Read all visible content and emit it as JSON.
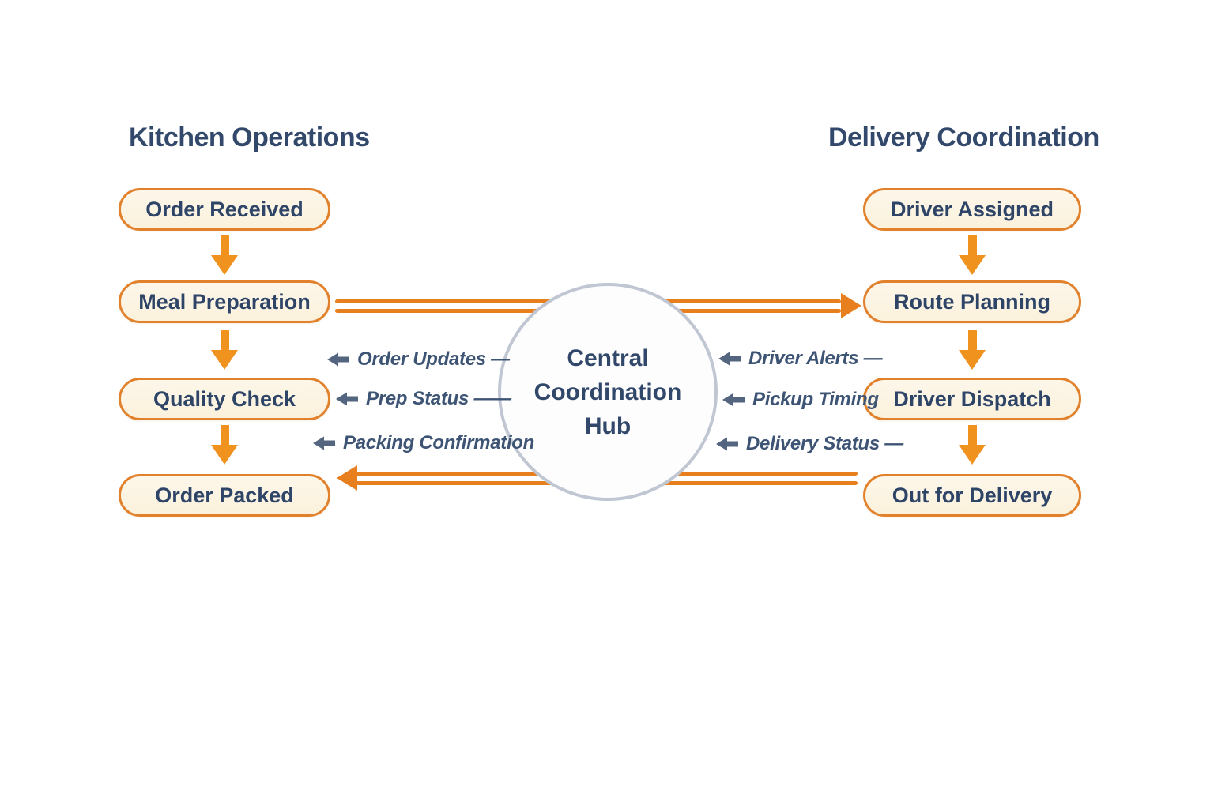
{
  "left_column": {
    "title": "Kitchen Operations",
    "steps": [
      "Order Received",
      "Meal Preparation",
      "Quality Check",
      "Order Packed"
    ]
  },
  "right_column": {
    "title": "Delivery Coordination",
    "steps": [
      "Driver Assigned",
      "Route Planning",
      "Driver Dispatch",
      "Out for Delivery"
    ]
  },
  "hub": {
    "line1": "Central",
    "line2": "Coordination",
    "line3": "Hub"
  },
  "messages": {
    "left": [
      {
        "label": "Order Updates —"
      },
      {
        "label": "Prep Status ——"
      },
      {
        "label": "Packing Confirmation"
      }
    ],
    "right": [
      {
        "label": "Driver Alerts —"
      },
      {
        "label": "Pickup Timing"
      },
      {
        "label": "Delivery Status —"
      }
    ]
  },
  "colors": {
    "box_border": "#E2812C",
    "box_fill": "#FCF4E3",
    "flow_arrow_orange": "#F0921E",
    "connector_orange": "#E87F1F",
    "step_text_navy": "#2E4568",
    "title_navy": "#33496B",
    "message_text_slate": "#3D5474",
    "message_arrow_slate": "#54657F",
    "hub_border_gray": "#C0C7D3",
    "background": "#FFFFFF"
  }
}
